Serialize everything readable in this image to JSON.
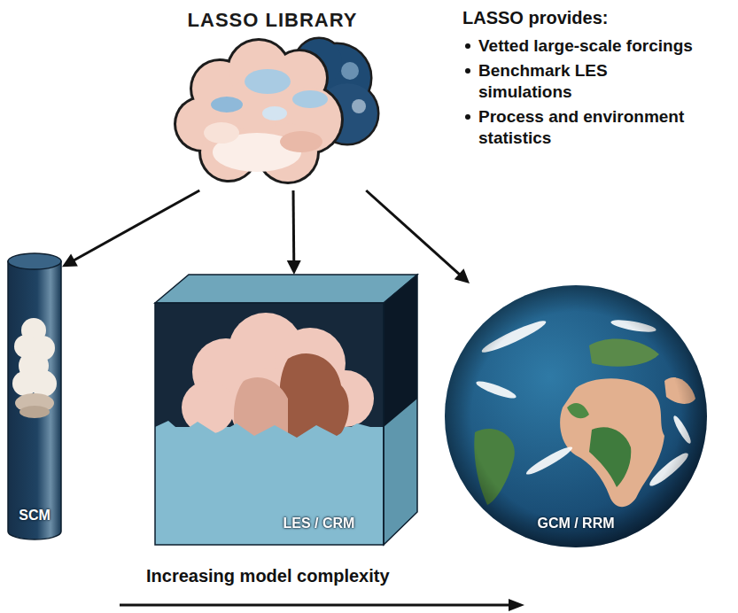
{
  "diagram": {
    "nodes": [
      {
        "text": [
          "LASSO LIBRARY"
        ]
      },
      {
        "text": [
          "SCM"
        ]
      },
      {
        "text": [
          "LES / CRM"
        ]
      },
      {
        "text": [
          "GCM / RRM"
        ]
      }
    ],
    "edges": [
      {
        "from": 0,
        "to": 1,
        "arrow": "to"
      },
      {
        "from": 0,
        "to": 2,
        "arrow": "to"
      },
      {
        "from": 0,
        "to": 3,
        "arrow": "to"
      }
    ],
    "labels": [
      "LASSO provides:",
      "Vetted large-scale forcings",
      "Benchmark LES simulations",
      "Process and environment statistics",
      "Increasing model complexity"
    ]
  }
}
